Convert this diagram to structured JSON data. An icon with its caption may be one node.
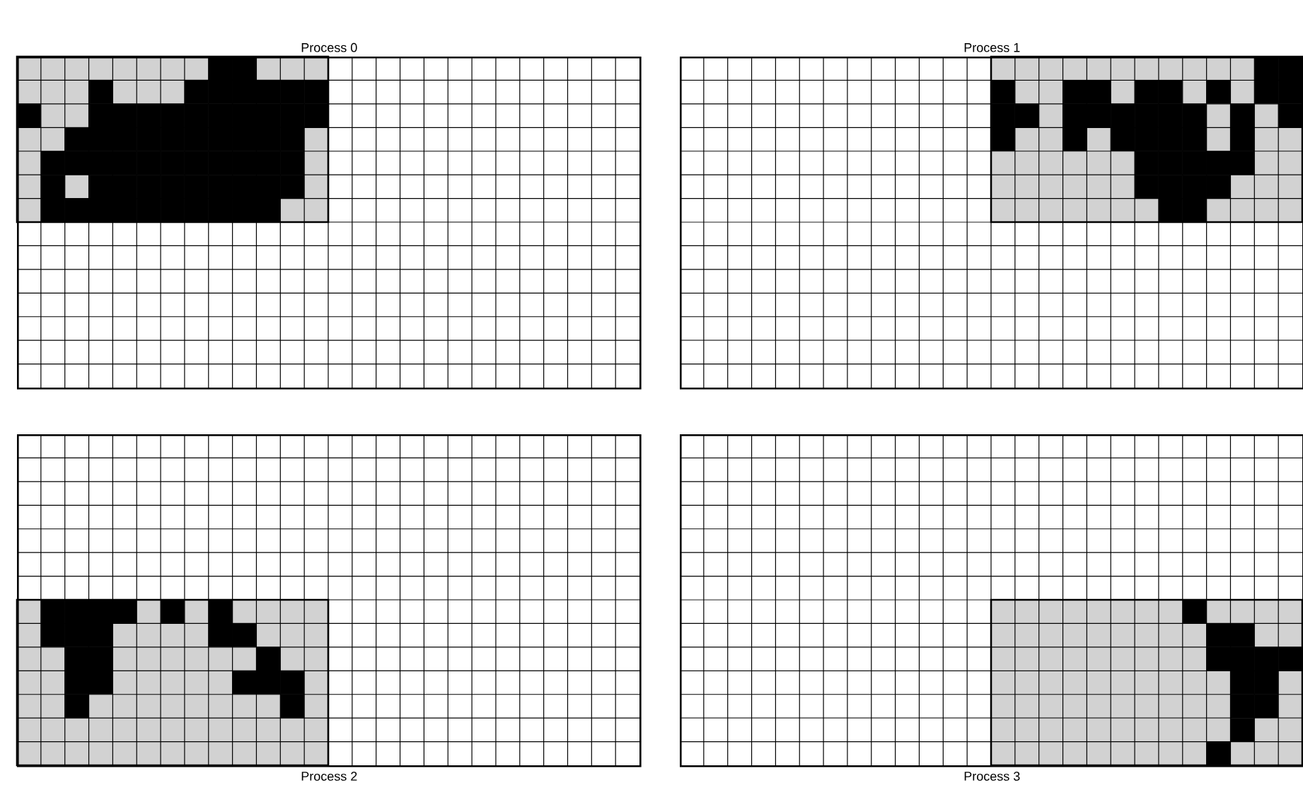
{
  "diagram": {
    "nodes": [
      {
        "text": [
          "Process 0"
        ]
      },
      {
        "text": [
          "Process 1"
        ]
      },
      {
        "text": [
          "Process 2"
        ]
      },
      {
        "text": [
          "Process 3"
        ]
      }
    ]
  }
}
